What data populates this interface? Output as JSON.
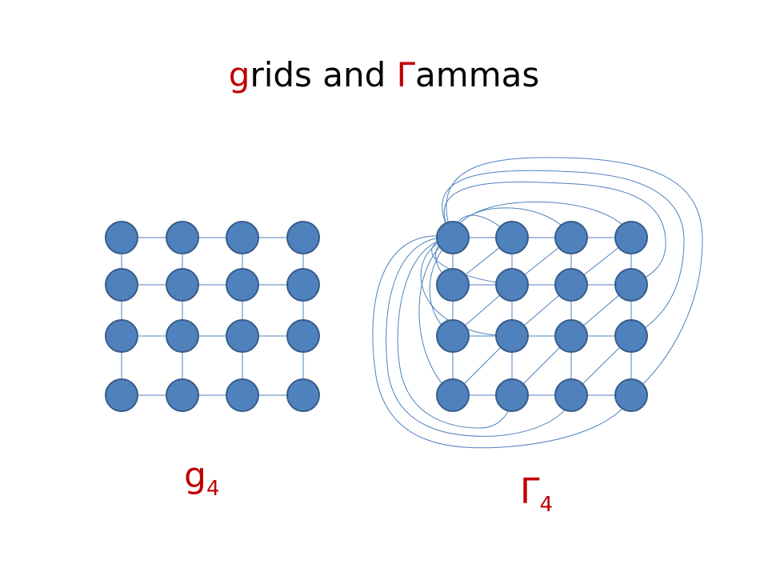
{
  "title": {
    "g_letter": "g",
    "part1": "rids and ",
    "gamma_letter": "Γ",
    "part2": "ammas"
  },
  "left_label": {
    "main": "g",
    "sub": "4"
  },
  "right_label": {
    "main": "Γ",
    "sub": "4"
  },
  "colors": {
    "accent": "#c00000",
    "node_fill": "#4f81bd",
    "node_stroke": "#385d8a",
    "edge": "#4f81bd"
  },
  "grid": {
    "rows": 4,
    "cols": 4
  }
}
